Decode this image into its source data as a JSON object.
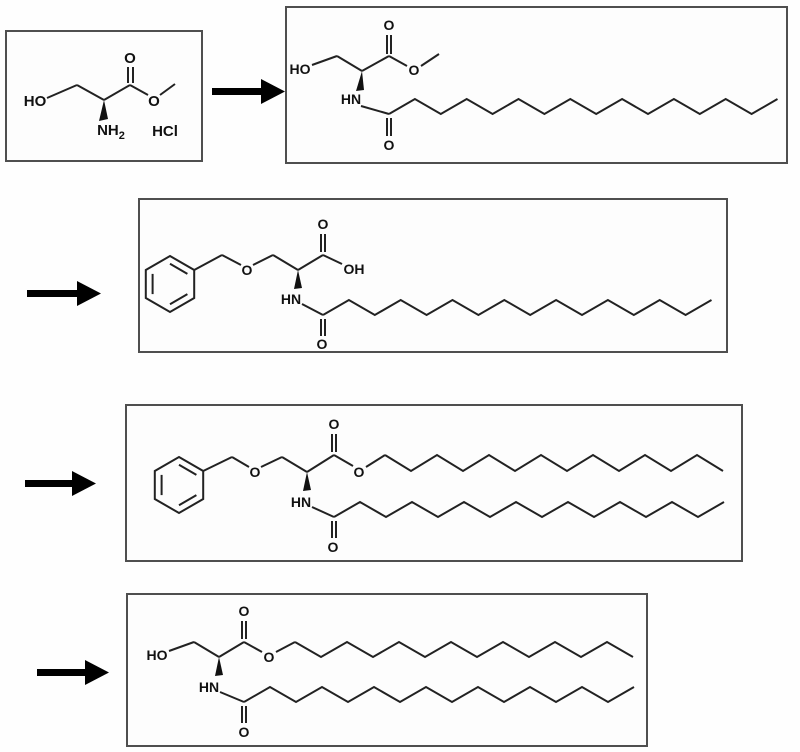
{
  "scheme": {
    "colors": {
      "background": "#ffffff",
      "bond": "#222222",
      "box_border": "#4f4f4f",
      "arrow": "#000000",
      "label": "#111111"
    },
    "molecules": {
      "m1": {
        "labels": {
          "ho": "HO",
          "carbonyl_o": "O",
          "ester_o": "O",
          "amine_n": "NH",
          "amine_sub": "2",
          "salt": "HCl"
        }
      },
      "m2": {
        "labels": {
          "ho": "HO",
          "carbonyl_o": "O",
          "ester_o": "O",
          "amide_hn": "HN",
          "amide_o": "O"
        }
      },
      "m3": {
        "labels": {
          "ether_o": "O",
          "carbonyl_o": "O",
          "hydroxyl": "OH",
          "amide_hn": "HN",
          "amide_o": "O"
        }
      },
      "m4": {
        "labels": {
          "ether_o": "O",
          "carbonyl_o": "O",
          "ester_o": "O",
          "amide_hn": "HN",
          "amide_o": "O"
        }
      },
      "m5": {
        "labels": {
          "ho": "HO",
          "carbonyl_o": "O",
          "ester_o": "O",
          "amide_hn": "HN",
          "amide_o": "O"
        }
      }
    }
  }
}
